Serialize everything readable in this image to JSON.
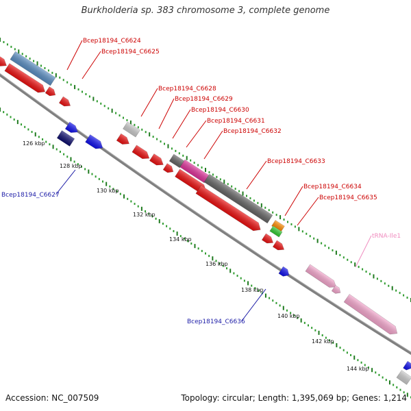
{
  "title": "Burkholderia sp. 383 chromosome 3, complete genome",
  "footer": {
    "accession": "Accession: NC_007509",
    "summary": "Topology: circular; Length: 1,395,069 bp; Genes: 1,214"
  },
  "colors": {
    "backbone": "#808080",
    "tick_major": "#1f7a1f",
    "tick_minor": "#2e9b2e",
    "label_forward": "#cc0000",
    "label_reverse": "#1a1aa6",
    "label_rna": "#f08cbf"
  },
  "ticks": [
    "126 kbp",
    "128 kbp",
    "130 kbp",
    "132 kbp",
    "134 kbp",
    "136 kbp",
    "138 kbp",
    "140 kbp",
    "142 kbp",
    "144 kbp"
  ],
  "gene_labels": [
    {
      "text": "Bcep18194_C6624",
      "strand": "forward"
    },
    {
      "text": "Bcep18194_C6625",
      "strand": "forward"
    },
    {
      "text": "Bcep18194_C6628",
      "strand": "forward"
    },
    {
      "text": "Bcep18194_C6629",
      "strand": "forward"
    },
    {
      "text": "Bcep18194_C6630",
      "strand": "forward"
    },
    {
      "text": "Bcep18194_C6631",
      "strand": "forward"
    },
    {
      "text": "Bcep18194_C6632",
      "strand": "forward"
    },
    {
      "text": "Bcep18194_C6633",
      "strand": "forward"
    },
    {
      "text": "Bcep18194_C6634",
      "strand": "forward"
    },
    {
      "text": "Bcep18194_C6635",
      "strand": "forward"
    },
    {
      "text": "Bcep18194_C6627",
      "strand": "reverse"
    },
    {
      "text": "Bcep18194_C6636",
      "strand": "reverse"
    },
    {
      "text": "tRNA-Ile1",
      "strand": "rna"
    }
  ],
  "feature_colors": {
    "cds": "#ee1111",
    "cds_reverse": "#1111ee",
    "cds_reverse_dark": "#101070",
    "misc_blue": "#5b8fc4",
    "misc_grey": "#666666",
    "misc_light": "#cccccc",
    "misc_magenta": "#e0339b",
    "misc_orange": "#ff8c00",
    "misc_green": "#33cc33",
    "rna": "#f7a8cf"
  }
}
